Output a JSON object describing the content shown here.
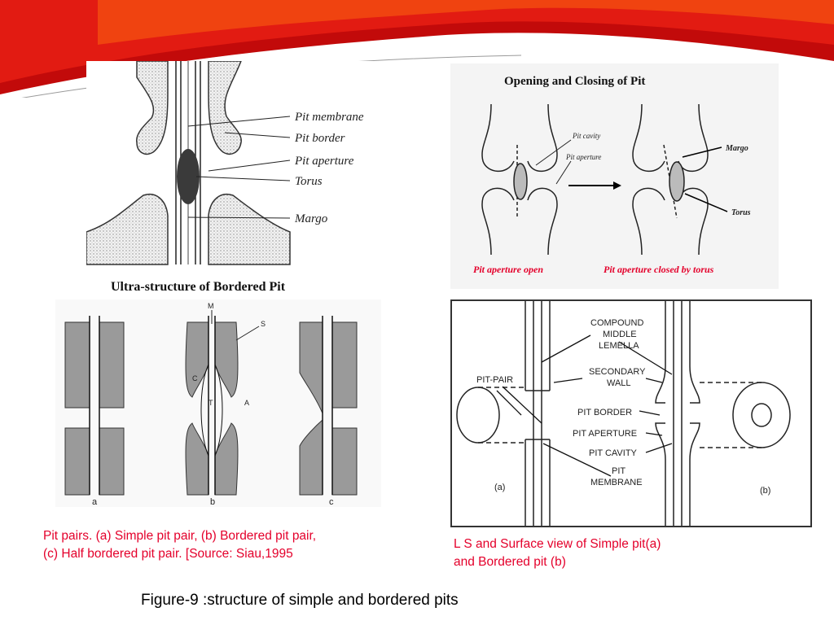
{
  "colors": {
    "header_red": "#d81010",
    "caption_red": "#e4002b",
    "stipple": "#d9d9d9"
  },
  "panels": {
    "ultra": {
      "title": "Ultra-structure of Bordered Pit",
      "labels": [
        "Pit membrane",
        "Pit border",
        "Pit aperture",
        "Torus",
        "Margo"
      ]
    },
    "opening": {
      "title": "Opening and Closing of Pit",
      "labels": {
        "pit_cavity": "Pit cavity",
        "pit_aperture": "Pit aperture",
        "margo": "Margo",
        "torus": "Torus"
      },
      "bottom": {
        "left": "Pit aperture open",
        "right": "Pit aperture closed by torus"
      }
    },
    "pairs": {
      "letters": {
        "m": "M",
        "s": "S",
        "c": "C",
        "t": "T",
        "a": "A"
      },
      "bottom": {
        "a": "a",
        "b": "b",
        "c": "c"
      }
    },
    "ls": {
      "labels": {
        "compound_1": "COMPOUND",
        "compound_2": "MIDDLE",
        "compound_3": "LEMELLA",
        "secondary_1": "SECONDARY",
        "secondary_2": "WALL",
        "pit_pair": "PIT-PAIR",
        "pit_border": "PIT BORDER",
        "pit_aperture": "PIT APERTURE",
        "pit_cavity": "PIT CAVITY",
        "pit_1": "PIT",
        "pit_2": "MEMBRANE",
        "a": "(a)",
        "b": "(b)"
      }
    }
  },
  "captions": {
    "pairs_line1": "Pit pairs. (a) Simple pit pair, (b) Bordered pit pair,",
    "pairs_line2": "(c) Half bordered pit pair. [Source: Siau,1995",
    "ls_line1": "L S and Surface view of Simple pit(a)",
    "ls_line2": "and  Bordered pit (b)",
    "figure": "Figure-9 :structure of simple and bordered pits"
  }
}
